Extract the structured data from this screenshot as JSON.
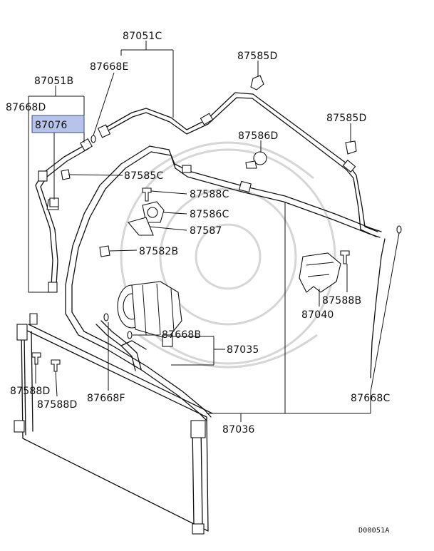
{
  "diagram": {
    "highlight_color": "#b7c3e8",
    "labels": {
      "p87051C": "87051C",
      "p87668E": "87668E",
      "p87585D_top": "87585D",
      "p87051B": "87051B",
      "p87668D": "87668D",
      "p87076": "87076",
      "p87585D_right": "87585D",
      "p87586D": "87586D",
      "p87585C": "87585C",
      "p87588C": "87588C",
      "p87586C": "87586C",
      "p87587": "87587",
      "p87582B": "87582B",
      "p87588B": "87588B",
      "p87040": "87040",
      "p87668B": "87668B",
      "p87035": "87035",
      "p87588D_a": "87588D",
      "p87588D_b": "87588D",
      "p87668F": "87668F",
      "p87036": "87036",
      "p87668C": "87668C"
    },
    "diagram_code": "D00051A"
  }
}
